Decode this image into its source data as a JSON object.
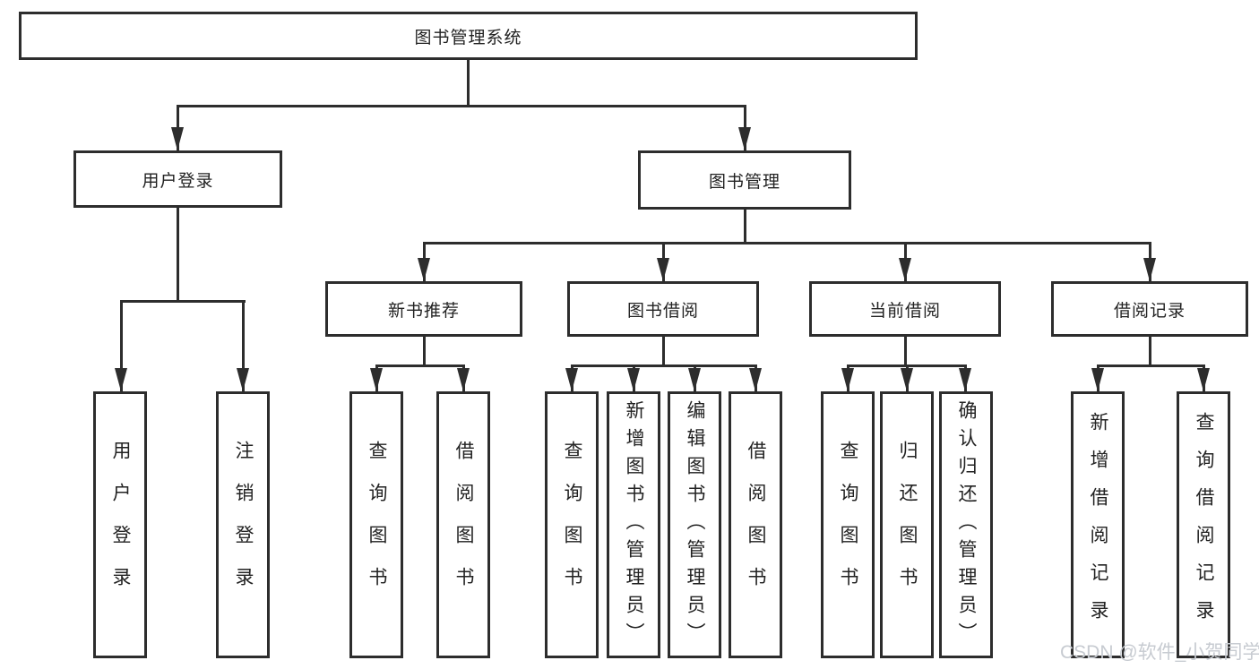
{
  "tree": {
    "label": "图书管理系统",
    "children": [
      {
        "label": "用户登录",
        "children": [
          {
            "label": "用户登录"
          },
          {
            "label": "注销登录"
          }
        ]
      },
      {
        "label": "图书管理",
        "children": [
          {
            "label": "新书推荐",
            "children": [
              {
                "label": "查询图书"
              },
              {
                "label": "借阅图书"
              }
            ]
          },
          {
            "label": "图书借阅",
            "children": [
              {
                "label": "查询图书"
              },
              {
                "label": "新增图书（管理员）"
              },
              {
                "label": "编辑图书（管理员）"
              },
              {
                "label": "借阅图书"
              }
            ]
          },
          {
            "label": "当前借阅",
            "children": [
              {
                "label": "查询图书"
              },
              {
                "label": "归还图书"
              },
              {
                "label": "确认归还（管理员）"
              }
            ]
          },
          {
            "label": "借阅记录",
            "children": [
              {
                "label": "新增借阅记录"
              },
              {
                "label": "查询借阅记录"
              }
            ]
          }
        ]
      }
    ]
  },
  "watermark": {
    "text": "CSDN @软件_小贺同学"
  },
  "colors": {
    "line": "#2d2d2d",
    "text": "#222222",
    "background": "#ffffff",
    "watermark": "#c7cbd1"
  }
}
